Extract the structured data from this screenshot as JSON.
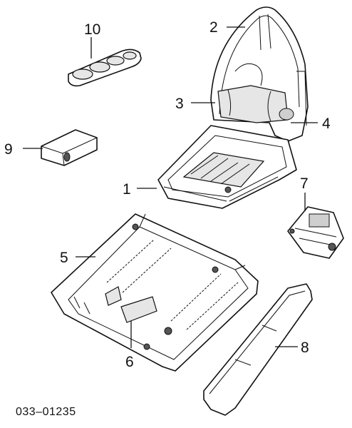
{
  "diagram": {
    "callouts": [
      {
        "id": "1",
        "label": "1"
      },
      {
        "id": "2",
        "label": "2"
      },
      {
        "id": "3",
        "label": "3"
      },
      {
        "id": "4",
        "label": "4"
      },
      {
        "id": "5",
        "label": "5"
      },
      {
        "id": "6",
        "label": "6"
      },
      {
        "id": "7",
        "label": "7"
      },
      {
        "id": "8",
        "label": "8"
      },
      {
        "id": "9",
        "label": "9"
      },
      {
        "id": "10",
        "label": "10"
      }
    ],
    "figure_code": "033–01235"
  }
}
